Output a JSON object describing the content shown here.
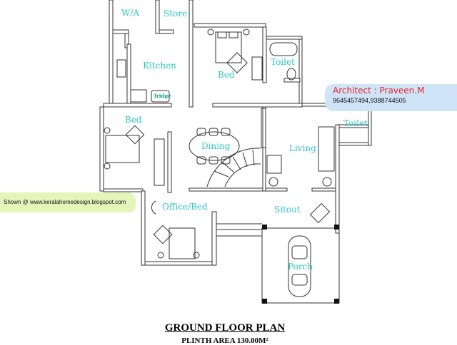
{
  "rooms": {
    "wa": "W/A",
    "store": "Store",
    "kitchen": "Kitchen",
    "fridge": "fridge",
    "bed_top": "Bed",
    "toilet_top": "Toilet",
    "bed_left": "Bed",
    "dining": "Dining",
    "living": "Living",
    "toilet_right": "Toilet",
    "office_bed": "Office/Bed",
    "sitout": "Sitout",
    "porch": "Porch"
  },
  "architect": {
    "name": "Architect : Praveen.M",
    "phone": "9645457494,9388744505"
  },
  "shown_at": "Shown @  www.keralahomedesign.blogspot.com",
  "title": "GROUND FLOOR PLAN",
  "subtitle": "PLINTH AREA  130.00M²",
  "colors": {
    "label": "#2cc6c6",
    "architect_name": "#e8222e",
    "architect_bg": "#cfe4f7",
    "shown_bg": "#e4f5b9"
  }
}
